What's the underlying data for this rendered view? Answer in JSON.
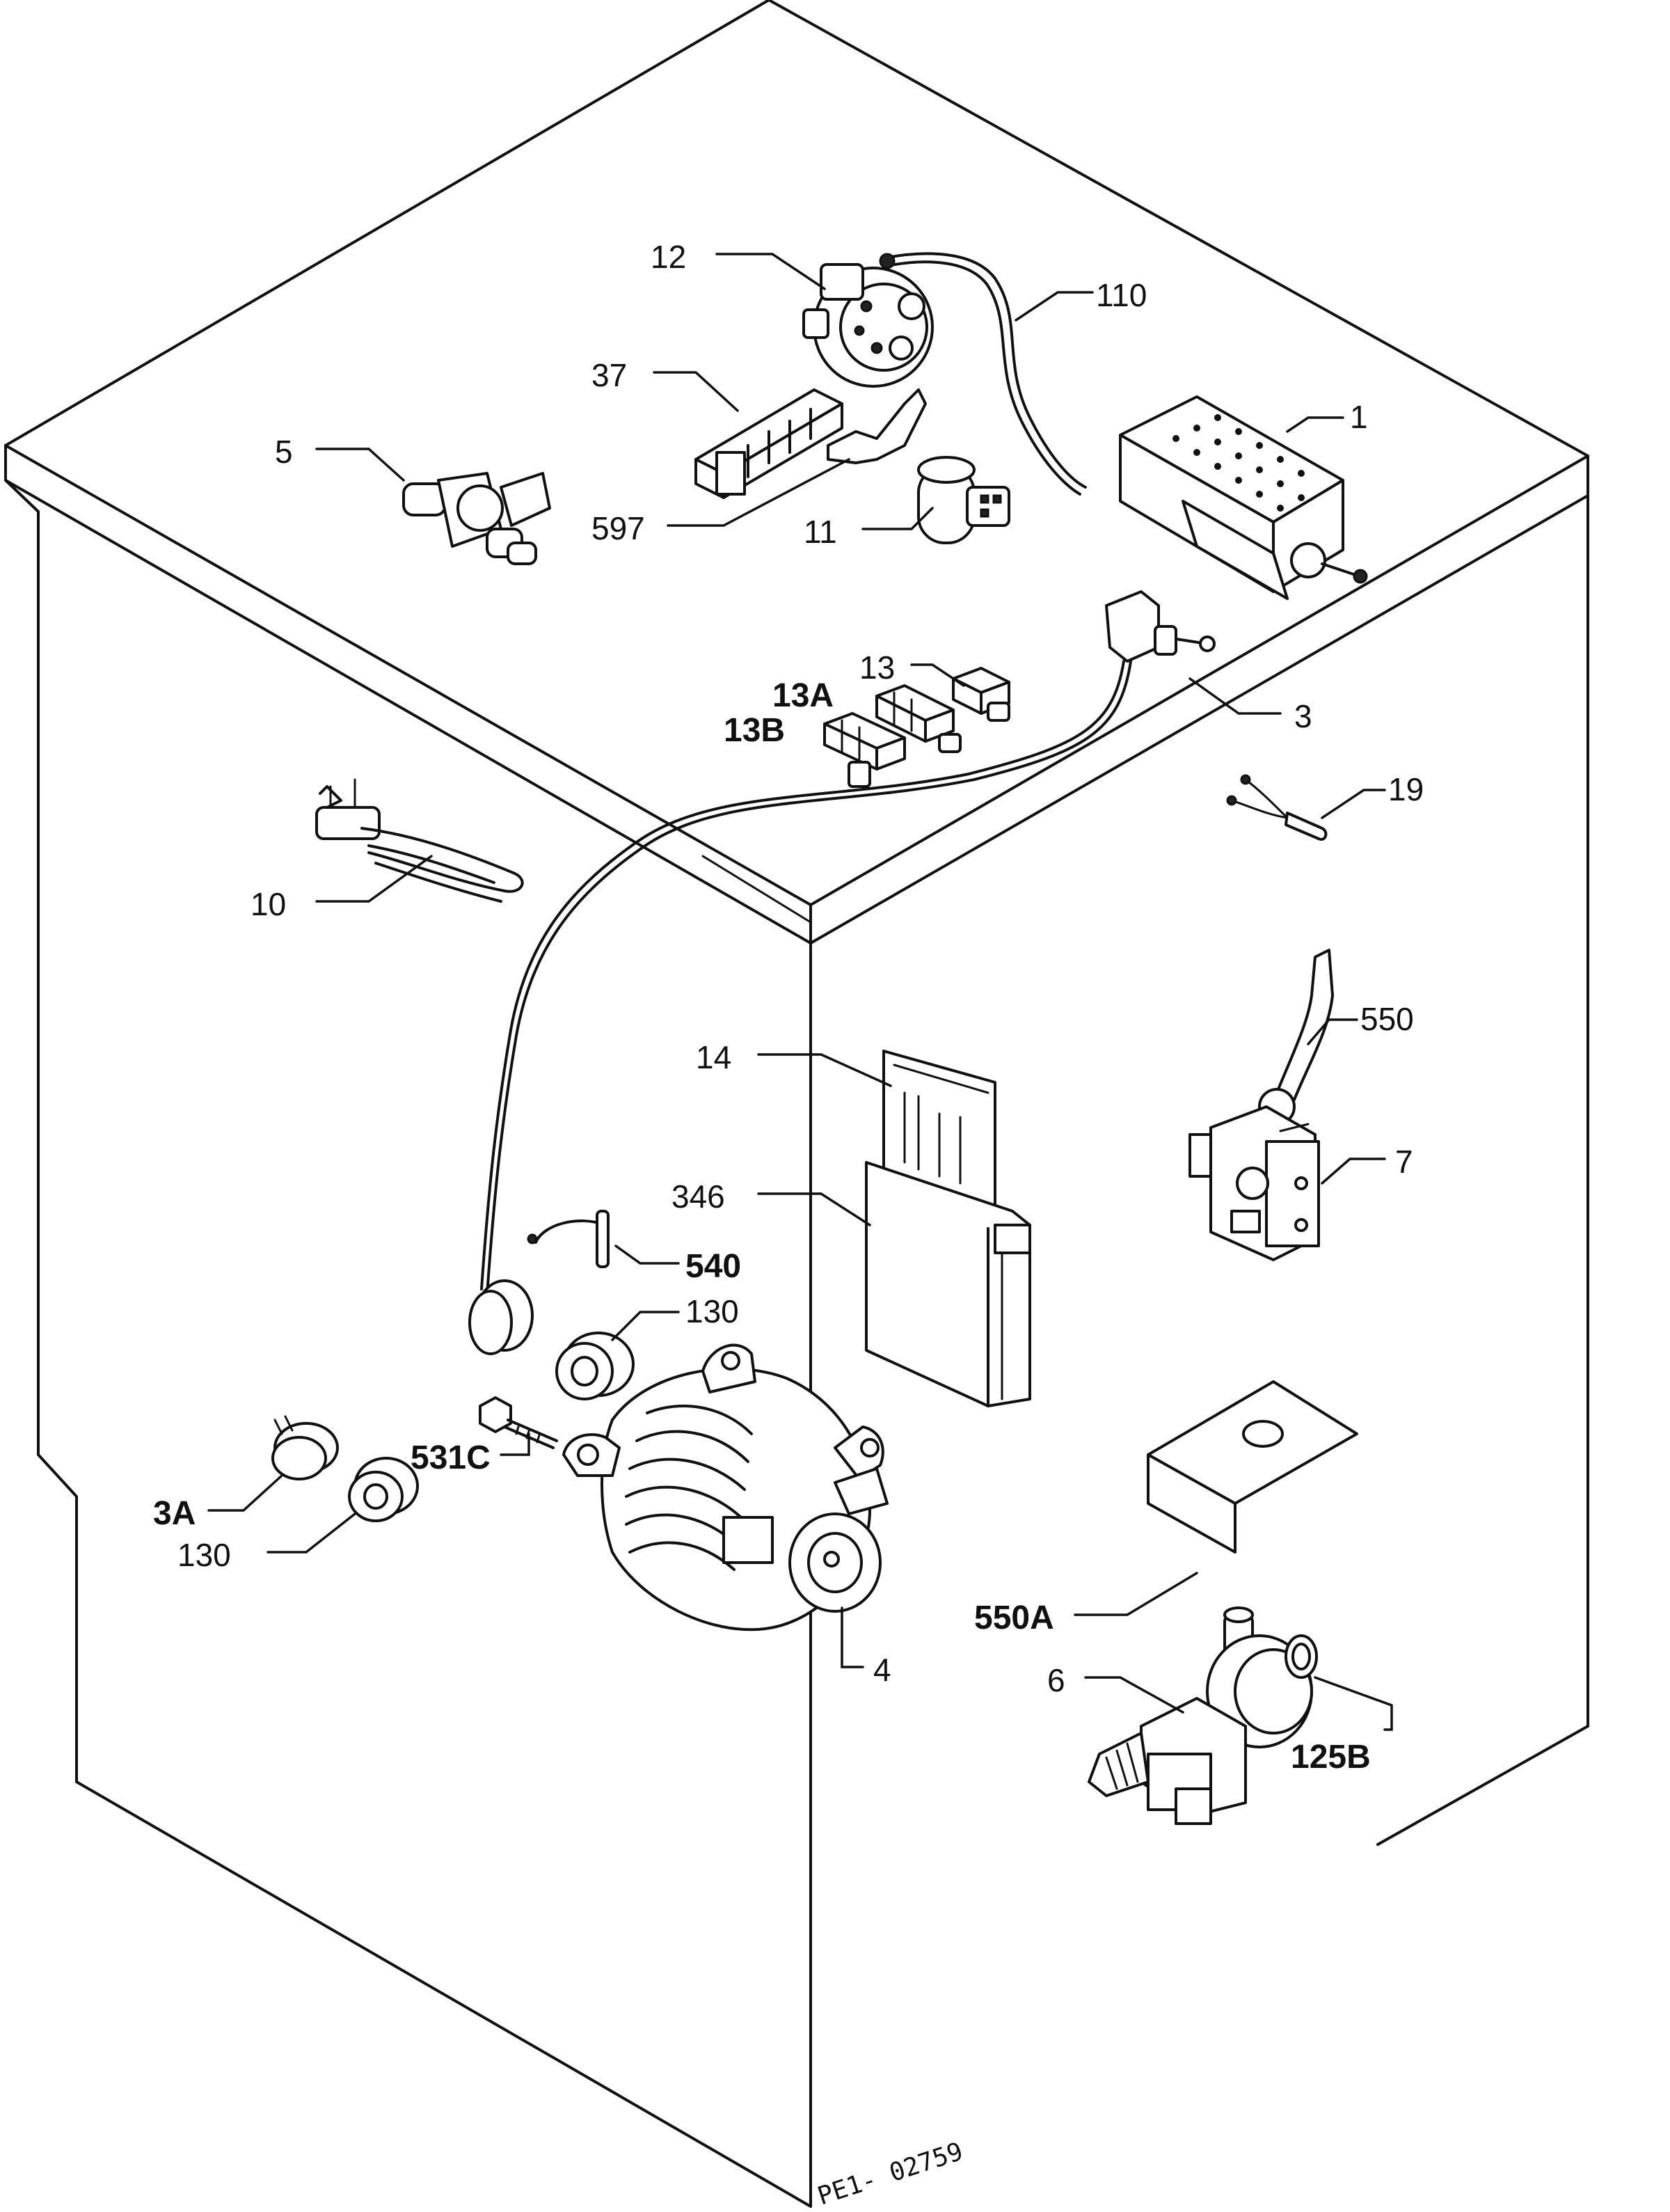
{
  "reference_code": "PE1- 02759",
  "callouts": {
    "c1": "1",
    "c3": "3",
    "c3A": "3A",
    "c4": "4",
    "c5": "5",
    "c6": "6",
    "c7": "7",
    "c10": "10",
    "c11": "11",
    "c12": "12",
    "c13": "13",
    "c13A": "13A",
    "c13B": "13B",
    "c14": "14",
    "c19": "19",
    "c37": "37",
    "c110": "110",
    "c125B": "125B",
    "c130a": "130",
    "c130b": "130",
    "c346": "346",
    "c531C": "531C",
    "c540": "540",
    "c550": "550",
    "c550A": "550A",
    "c597": "597"
  }
}
